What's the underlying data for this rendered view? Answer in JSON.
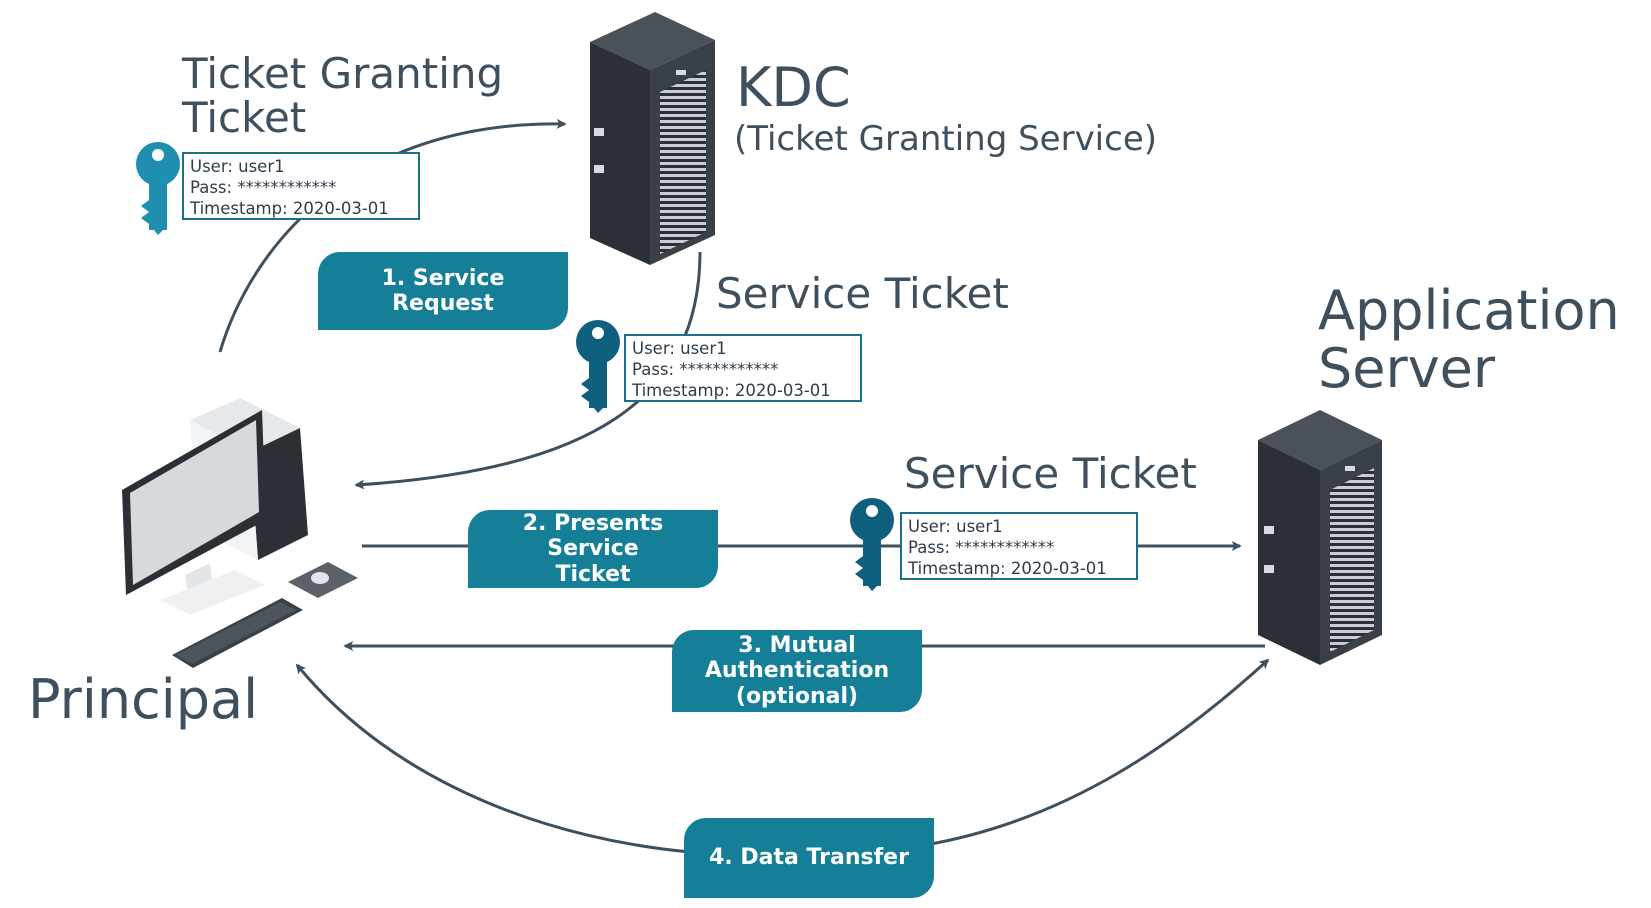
{
  "nodes": {
    "kdc": {
      "title": "KDC",
      "subtitle": "(Ticket Granting Service)"
    },
    "app_server": {
      "title_line1": "Application",
      "title_line2": "Server"
    },
    "principal": {
      "title": "Principal"
    }
  },
  "labels": {
    "tgt_line1": "Ticket Granting",
    "tgt_line2": "Ticket",
    "service_ticket_1": "Service Ticket",
    "service_ticket_2": "Service Ticket"
  },
  "steps": [
    {
      "line1": "1. Service Request",
      "line2": "",
      "line3": ""
    },
    {
      "line1": "2. Presents Service",
      "line2": "Ticket",
      "line3": ""
    },
    {
      "line1": "3. Mutual",
      "line2": "Authentication",
      "line3": "(optional)"
    },
    {
      "line1": "4. Data Transfer",
      "line2": "",
      "line3": ""
    }
  ],
  "tickets": [
    {
      "user": "User: user1",
      "pass": "Pass: ************",
      "timestamp": "Timestamp: 2020-03-01"
    },
    {
      "user": "User: user1",
      "pass": "Pass: ************",
      "timestamp": "Timestamp: 2020-03-01"
    },
    {
      "user": "User: user1",
      "pass": "Pass: ************",
      "timestamp": "Timestamp: 2020-03-01"
    }
  ],
  "colors": {
    "accent_teal": "#167f98",
    "key_teal": "#1f8fb0",
    "key_dark": "#0f5f7f",
    "arrow": "#3e4f5e",
    "text": "#3e4f5e",
    "server_dark": "#2b3036"
  }
}
